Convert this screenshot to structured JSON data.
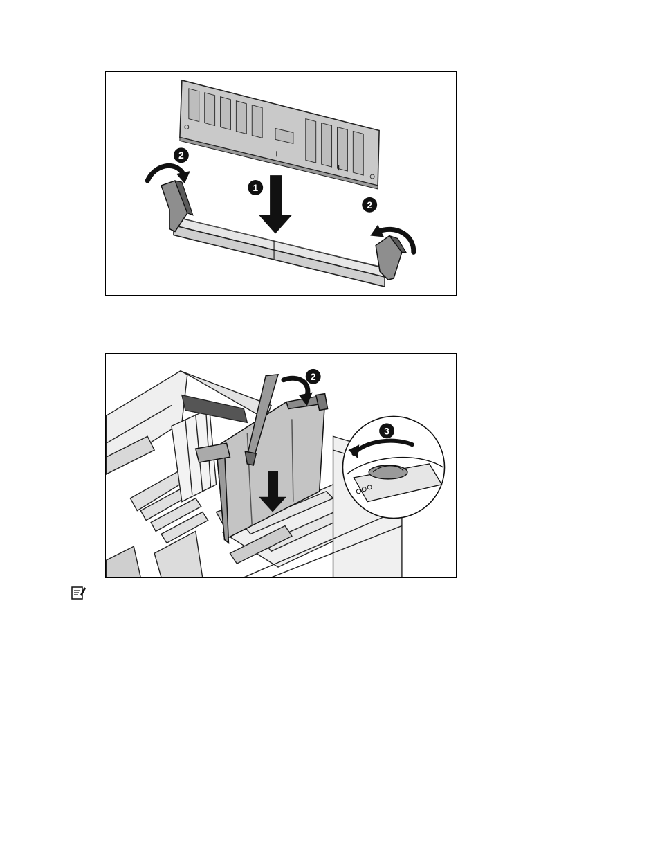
{
  "figure1": {
    "callouts": [
      "1",
      "2",
      "2"
    ],
    "icons": [
      "dimm-module-icon",
      "dimm-slot-icon",
      "down-arrow-icon",
      "rotate-arrow-icon"
    ]
  },
  "figure2": {
    "callouts": [
      "2",
      "3"
    ],
    "icons": [
      "memory-board-icon",
      "server-chassis-icon",
      "latch-lever-icon",
      "zoom-detail-icon"
    ]
  },
  "note": {
    "icon": "note-icon"
  }
}
